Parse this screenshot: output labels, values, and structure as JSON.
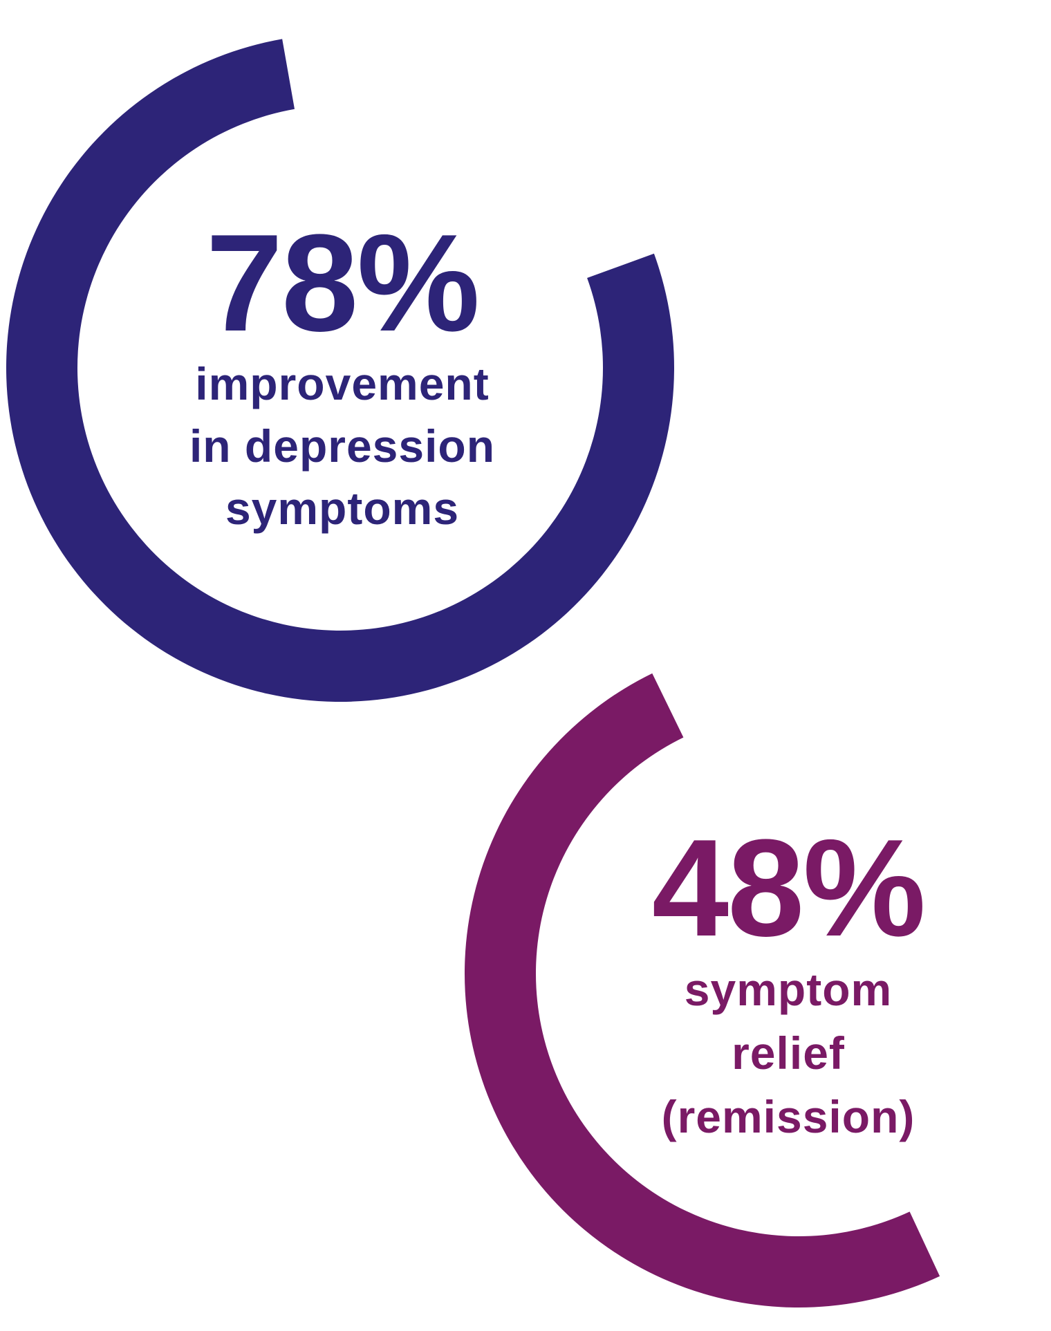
{
  "chart_data": [
    {
      "type": "donut",
      "value_label": "78%",
      "percent": 78,
      "caption": [
        "improvement",
        "in depression",
        "symptoms"
      ],
      "color": "#2d2478",
      "start_angle_deg": -20,
      "end_angle_deg": 260
    },
    {
      "type": "donut",
      "value_label": "48%",
      "percent": 48,
      "caption": [
        "symptom",
        "relief",
        "(remission)"
      ],
      "color": "#7a1a65",
      "start_angle_deg": 65,
      "end_angle_deg": 244
    }
  ]
}
